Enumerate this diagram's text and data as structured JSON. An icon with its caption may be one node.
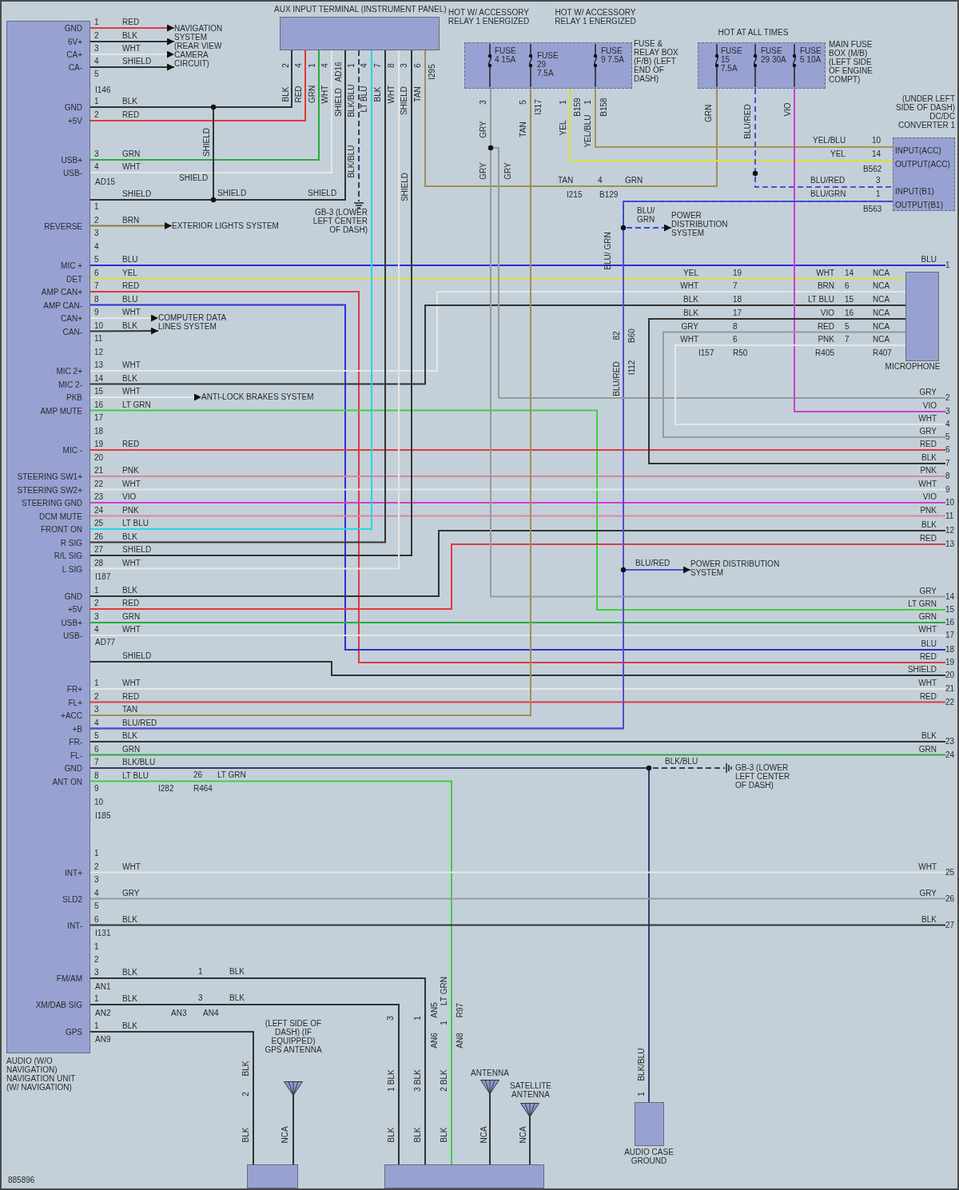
{
  "diagram": {
    "nodes": [
      {
        "text": [
          "AUDIO (W/O NAVIGATION) NAVIGATION UNIT (W/ NAVIGATION)"
        ]
      },
      {
        "text": [
          "NAVIGATION SYSTEM (REAR VIEW CAMERA CIRCUIT)"
        ]
      },
      {
        "text": [
          "AUX INPUT TERMINAL (INSTRUMENT PANEL)"
        ]
      },
      {
        "text": [
          "EXTERIOR LIGHTS SYSTEM"
        ]
      },
      {
        "text": [
          "COMPUTER DATA LINES SYSTEM"
        ]
      },
      {
        "text": [
          "ANTI-LOCK BRAKES SYSTEM"
        ]
      },
      {
        "text": [
          "HOT W/ ACCESSORY RELAY 1 ENERGIZED",
          "HOT W/ ACCESSORY RELAY 1 ENERGIZED",
          "FUSE & RELAY BOX (F/B) (LEFT END OF DASH)"
        ]
      },
      {
        "text": [
          "HOT AT ALL TIMES",
          "MAIN FUSE BOX (M/B) (LEFT SIDE OF ENGINE COMPT)"
        ]
      },
      {
        "text": [
          "(UNDER LEFT SIDE OF DASH) DC/DC CONVERTER 1"
        ]
      },
      {
        "text": [
          "POWER DISTRIBUTION SYSTEM"
        ]
      },
      {
        "text": [
          "MICROPHONE"
        ]
      },
      {
        "text": [
          "POWER DISTRIBUTION SYSTEM"
        ]
      },
      {
        "text": [
          "GB-3 (LOWER LEFT CENTER OF DASH)"
        ]
      },
      {
        "text": [
          "GB-3 (LOWER LEFT CENTER OF DASH)"
        ]
      },
      {
        "text": [],
        "shape": "box"
      },
      {
        "text": [
          "(LEFT SIDE OF DASH) (IF EQUIPPED) GPS ANTENNA"
        ]
      },
      {
        "text": [],
        "shape": "box"
      },
      {
        "text": [
          "ANTENNA"
        ]
      },
      {
        "text": [
          "SATELLITE ANTENNA"
        ]
      },
      {
        "text": [
          "AUDIO CASE GROUND"
        ]
      },
      {
        "text": [
          "1"
        ]
      },
      {
        "text": [
          "2"
        ]
      },
      {
        "text": [
          "3"
        ]
      },
      {
        "text": [
          "4"
        ]
      },
      {
        "text": [
          "5"
        ]
      },
      {
        "text": [
          "6"
        ]
      },
      {
        "text": [
          "7"
        ]
      },
      {
        "text": [
          "8"
        ]
      },
      {
        "text": [
          "9"
        ]
      },
      {
        "text": [
          "10"
        ]
      },
      {
        "text": [
          "11"
        ]
      },
      {
        "text": [
          "12"
        ]
      },
      {
        "text": [
          "13"
        ]
      },
      {
        "text": [
          "14"
        ]
      },
      {
        "text": [
          "15"
        ]
      },
      {
        "text": [
          "16"
        ]
      },
      {
        "text": [
          "17"
        ]
      },
      {
        "text": [
          "18"
        ]
      },
      {
        "text": [
          "19"
        ]
      },
      {
        "text": [
          "20"
        ]
      },
      {
        "text": [
          "21"
        ]
      },
      {
        "text": [
          "22"
        ]
      },
      {
        "text": [
          "23"
        ]
      },
      {
        "text": [
          "24"
        ]
      },
      {
        "text": [
          "25"
        ]
      },
      {
        "text": [
          "26"
        ]
      },
      {
        "text": [
          "27"
        ]
      }
    ],
    "edges": [
      {
        "from": 0,
        "to": 1,
        "arrow": "to",
        "label": "RED",
        "color": "#e0393e"
      },
      {
        "from": 0,
        "to": 1,
        "arrow": "to",
        "label": "BLK",
        "color": "#333333"
      },
      {
        "from": 0,
        "to": 1,
        "arrow": "to",
        "label": "WHT",
        "color": "#e6e6e6"
      },
      {
        "from": 0,
        "to": 1,
        "arrow": "to",
        "label": "SHIELD",
        "color": "#333333"
      },
      {
        "from": 0,
        "to": 2,
        "arrow": "none",
        "label": "BLK",
        "color": "#333333"
      },
      {
        "from": 0,
        "to": 2,
        "arrow": "none",
        "label": "RED",
        "color": "#e0393e"
      },
      {
        "from": 0,
        "to": 2,
        "arrow": "none",
        "label": "GRN",
        "color": "#2eaa3c"
      },
      {
        "from": 0,
        "to": 2,
        "arrow": "none",
        "label": "WHT",
        "color": "#e6e6e6"
      },
      {
        "from": 0,
        "to": 2,
        "arrow": "none",
        "label": "SHIELD",
        "color": "#333333"
      },
      {
        "from": 2,
        "to": 12,
        "arrow": "none",
        "style": "dashed",
        "color": "#3a3a6a"
      },
      {
        "from": 0,
        "to": 3,
        "arrow": "to",
        "label": "BRN",
        "color": "#8b7d3a"
      },
      {
        "from": 0,
        "to": 20,
        "arrow": "none",
        "label": "BLU",
        "color": "#2b2fd1"
      },
      {
        "from": 0,
        "to": 10,
        "arrow": "none",
        "label": "YEL",
        "color": "#dede3a"
      },
      {
        "from": 0,
        "to": 38,
        "arrow": "none",
        "label": "RED",
        "color": "#e0393e"
      },
      {
        "from": 0,
        "to": 37,
        "arrow": "none",
        "label": "BLU",
        "color": "#2b2fd1"
      },
      {
        "from": 0,
        "to": 4,
        "arrow": "to",
        "label": "WHT",
        "color": "#e6e6e6"
      },
      {
        "from": 0,
        "to": 4,
        "arrow": "to",
        "label": "BLK",
        "color": "#333333"
      },
      {
        "from": 0,
        "to": 10,
        "arrow": "none",
        "label": "WHT",
        "color": "#e6e6e6"
      },
      {
        "from": 0,
        "to": 10,
        "arrow": "none",
        "label": "BLK",
        "color": "#333333"
      },
      {
        "from": 0,
        "to": 5,
        "arrow": "to",
        "label": "WHT",
        "color": "#e6e6e6"
      },
      {
        "from": 0,
        "to": 34,
        "arrow": "none",
        "label": "LT GRN",
        "color": "#3dd13d"
      },
      {
        "from": 0,
        "to": 25,
        "arrow": "none",
        "label": "RED",
        "color": "#e0393e"
      },
      {
        "from": 0,
        "to": 27,
        "arrow": "none",
        "label": "PNK",
        "color": "#d98898"
      },
      {
        "from": 0,
        "to": 28,
        "arrow": "none",
        "label": "WHT",
        "color": "#e6e6e6"
      },
      {
        "from": 0,
        "to": 29,
        "arrow": "none",
        "label": "VIO",
        "color": "#d23cd2"
      },
      {
        "from": 0,
        "to": 30,
        "arrow": "none",
        "label": "PNK",
        "color": "#d98898"
      },
      {
        "from": 0,
        "to": 2,
        "arrow": "none",
        "label": "LT BLU",
        "color": "#2fd3e0"
      },
      {
        "from": 0,
        "to": 2,
        "arrow": "none",
        "label": "BLK",
        "color": "#333333"
      },
      {
        "from": 0,
        "to": 2,
        "arrow": "none",
        "label": "SHIELD",
        "color": "#333333"
      },
      {
        "from": 0,
        "to": 2,
        "arrow": "none",
        "label": "WHT",
        "color": "#e6e6e6"
      },
      {
        "from": 0,
        "to": 31,
        "arrow": "none",
        "label": "BLK",
        "color": "#333333"
      },
      {
        "from": 0,
        "to": 32,
        "arrow": "none",
        "label": "RED",
        "color": "#e0393e"
      },
      {
        "from": 0,
        "to": 35,
        "arrow": "none",
        "label": "GRN",
        "color": "#2eaa3c"
      },
      {
        "from": 0,
        "to": 36,
        "arrow": "none",
        "label": "WHT",
        "color": "#e6e6e6"
      },
      {
        "from": 0,
        "to": 39,
        "arrow": "none",
        "label": "SHIELD",
        "color": "#333333"
      },
      {
        "from": 0,
        "to": 40,
        "arrow": "none",
        "label": "WHT",
        "color": "#e6e6e6"
      },
      {
        "from": 0,
        "to": 41,
        "arrow": "none",
        "label": "RED",
        "color": "#e0393e"
      },
      {
        "from": 0,
        "to": 6,
        "arrow": "none",
        "label": "TAN",
        "color": "#a38d5c"
      },
      {
        "from": 0,
        "to": 8,
        "arrow": "none",
        "label": "BLU/RED",
        "color": "#5a4ccf"
      },
      {
        "from": 0,
        "to": 11,
        "arrow": "to",
        "color": "#5a4ccf"
      },
      {
        "from": 0,
        "to": 42,
        "arrow": "none",
        "label": "BLK",
        "color": "#333333"
      },
      {
        "from": 0,
        "to": 43,
        "arrow": "none",
        "label": "GRN",
        "color": "#2eaa3c"
      },
      {
        "from": 0,
        "to": 19,
        "arrow": "none",
        "label": "BLK/BLU",
        "color": "#3a3a6a"
      },
      {
        "from": 0,
        "to": 13,
        "arrow": "none",
        "style": "dashed",
        "color": "#3a3a6a"
      },
      {
        "from": 0,
        "to": 16,
        "arrow": "none",
        "label": "LT BLU",
        "color": "#3dd13d"
      },
      {
        "from": 0,
        "to": 44,
        "arrow": "none",
        "label": "WHT",
        "color": "#e6e6e6"
      },
      {
        "from": 0,
        "to": 45,
        "arrow": "none",
        "label": "GRY",
        "color": "#9a9a9a"
      },
      {
        "from": 0,
        "to": 46,
        "arrow": "none",
        "label": "BLK",
        "color": "#333333"
      },
      {
        "from": 0,
        "to": 16,
        "arrow": "none",
        "label": "BLK",
        "color": "#333333"
      },
      {
        "from": 0,
        "to": 16,
        "arrow": "none",
        "label": "BLK",
        "color": "#333333"
      },
      {
        "from": 0,
        "to": 14,
        "arrow": "none",
        "label": "BLK",
        "color": "#333333"
      },
      {
        "from": 15,
        "to": 14,
        "arrow": "none",
        "color": "#333333"
      },
      {
        "from": 17,
        "to": 16,
        "arrow": "none",
        "color": "#333333"
      },
      {
        "from": 18,
        "to": 16,
        "arrow": "none",
        "color": "#333333"
      },
      {
        "from": 2,
        "to": 7,
        "arrow": "none",
        "color": "#a38d5c"
      },
      {
        "from": 6,
        "to": 33,
        "arrow": "none",
        "color": "#9a9a9a"
      },
      {
        "from": 6,
        "to": 21,
        "arrow": "none",
        "color": "#9a9a9a"
      },
      {
        "from": 6,
        "to": 8,
        "arrow": "none",
        "color": "#dede3a"
      },
      {
        "from": 6,
        "to": 8,
        "arrow": "none",
        "color": "#a39a4a"
      },
      {
        "from": 7,
        "to": 8,
        "arrow": "none",
        "style": "dashed",
        "color": "#5a4ccf"
      },
      {
        "from": 7,
        "to": 22,
        "arrow": "none",
        "color": "#d23cd2"
      },
      {
        "from": 8,
        "to": 9,
        "arrow": "to",
        "style": "dashed",
        "color": "#2f4fd0"
      },
      {
        "from": 10,
        "to": 26,
        "arrow": "none",
        "color": "#333333"
      },
      {
        "from": 10,
        "to": 24,
        "arrow": "none",
        "color": "#9a9a9a"
      },
      {
        "from": 10,
        "to": 23,
        "arrow": "none",
        "color": "#e6e6e6"
      },
      {
        "from": 0,
        "to": 2,
        "arrow": "none",
        "color": "#333333"
      }
    ],
    "labels": [
      "GND",
      "6V+",
      "CA+",
      "CA-",
      "GND",
      "+5V",
      "USB+",
      "USB-",
      "REVERSE",
      "MIC +",
      "DET",
      "AMP CAN+",
      "AMP CAN-",
      "CAN+",
      "CAN-",
      "MIC 2+",
      "MIC 2-",
      "PKB",
      "AMP MUTE",
      "MIC -",
      "STEERING SW1+",
      "STEERING SW2+",
      "STEERING GND",
      "DCM MUTE",
      "FRONT ON",
      "R SIG",
      "R/L SIG",
      "L SIG",
      "GND",
      "+5V",
      "USB+",
      "USB-",
      "FR+",
      "FL+",
      "+ACC",
      "+B",
      "FR-",
      "FL-",
      "GND",
      "ANT ON",
      "INT+",
      "SLD2",
      "INT-",
      "FM/AM",
      "XM/DAB SIG",
      "GPS",
      "1",
      "2",
      "3",
      "4",
      "5",
      "1",
      "2",
      "3",
      "4",
      "1",
      "2",
      "3",
      "4",
      "5",
      "6",
      "7",
      "8",
      "9",
      "10",
      "11",
      "12",
      "13",
      "14",
      "15",
      "16",
      "17",
      "18",
      "19",
      "20",
      "21",
      "22",
      "23",
      "24",
      "25",
      "26",
      "27",
      "28",
      "1",
      "2",
      "3",
      "4",
      "1",
      "2",
      "3",
      "4",
      "5",
      "6",
      "7",
      "8",
      "9",
      "10",
      "1",
      "2",
      "3",
      "4",
      "5",
      "6",
      "1",
      "2",
      "3",
      "1",
      "1",
      "I146",
      "AD15",
      "I187",
      "AD77",
      "I185",
      "I131",
      "AN1",
      "AN2",
      "AN9",
      "SHIELD",
      "SHIELD",
      "SHIELD",
      "SHIELD",
      "2",
      "4",
      "1",
      "4",
      "AD16",
      "1",
      "4",
      "7",
      "8",
      "3",
      "6",
      "I295",
      "BLK",
      "RED",
      "GRN",
      "WHT",
      "SHIELD",
      "BLK/BLU",
      "LT BLU",
      "BLK",
      "WHT",
      "SHIELD",
      "TAN",
      "BLK/BLU",
      "SHIELD",
      "FUSE 4 15A",
      "FUSE 29 7.5A",
      "FUSE 9 7.5A",
      "FUSE 15 7.5A",
      "FUSE 29 30A",
      "FUSE 5 10A",
      "3",
      "GRY",
      "5",
      "I317",
      "TAN",
      "1",
      "B159",
      "YEL",
      "1",
      "YEL/BLU",
      "B158",
      "GRN",
      "BLU/RED",
      "VIO",
      "GRY",
      "GRY",
      "TAN",
      "4",
      "GRN",
      "I215",
      "B129",
      "YEL/BLU",
      "10",
      "YEL",
      "14",
      "B562",
      "BLU/RED",
      "3",
      "BLU/GRN",
      "1",
      "B563",
      "INPUT(ACC)",
      "OUTPUT(ACC)",
      "INPUT(B1)",
      "OUTPUT(B1)",
      "BLU/ GRN",
      "BLU/ GRN",
      "82",
      "B60",
      "BLU/RED",
      "I112",
      "BLU/RED",
      "YEL",
      "19",
      "WHT",
      "14",
      "NCA",
      "WHT",
      "7",
      "BRN",
      "6",
      "NCA",
      "BLK",
      "18",
      "LT BLU",
      "15",
      "NCA",
      "BLK",
      "17",
      "VIO",
      "16",
      "NCA",
      "GRY",
      "8",
      "RED",
      "5",
      "NCA",
      "WHT",
      "6",
      "PNK",
      "7",
      "NCA",
      "I157",
      "R50",
      "R405",
      "R407",
      "BLU",
      "GRY",
      "VIO",
      "WHT",
      "GRY",
      "RED",
      "BLK",
      "PNK",
      "WHT",
      "VIO",
      "PNK",
      "BLK",
      "RED",
      "GRY",
      "LT GRN",
      "GRN",
      "WHT",
      "BLU",
      "RED",
      "SHIELD",
      "WHT",
      "RED",
      "BLK",
      "GRN",
      "WHT",
      "GRY",
      "BLK",
      "26",
      "LT GRN",
      "I282",
      "R464",
      "BLK/BLU",
      "1",
      "BLK",
      "3",
      "BLK",
      "AN3",
      "AN4",
      "LT GRN",
      "3",
      "1",
      "AN5",
      "1",
      "R97",
      "AN6",
      "AN8",
      "BLK",
      "2",
      "1 BLK",
      "3 BLK",
      "2 BLK",
      "BLK/BLU",
      "1",
      "BLK",
      "NCA",
      "BLK",
      "BLK",
      "BLK",
      "NCA",
      "NCA",
      "885896"
    ]
  }
}
